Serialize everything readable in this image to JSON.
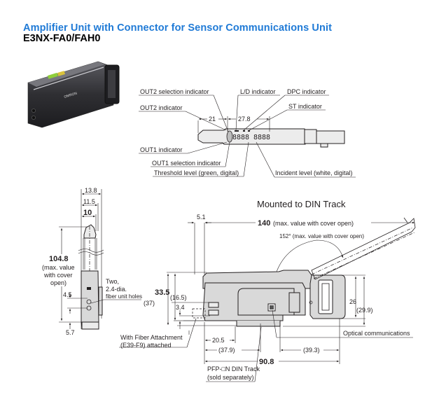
{
  "header": {
    "title": "Amplifier Unit with Connector for Sensor Communications Unit",
    "model": "E3NX-FA0/FAH0"
  },
  "colors": {
    "title": "#1f7ad6",
    "text": "#231f20",
    "product_body": "#3a3a3e"
  },
  "top_view": {
    "dims": {
      "d1": "21",
      "d2": "27.8"
    },
    "callouts": {
      "out2_selection": "OUT2 selection indicator",
      "ld": "L/D indicator",
      "dpc": "DPC indicator",
      "out2": "OUT2 indicator",
      "st": "ST indicator",
      "out1": "OUT1 indicator",
      "out1_selection": "OUT1 selection indicator",
      "threshold": "Threshold level (green, digital)",
      "incident": "Incident level (white, digital)"
    }
  },
  "front_view": {
    "dims": {
      "w1": "13.8",
      "w2": "11.5",
      "w3": "10",
      "height": "104.8",
      "height_note_1": "(max. value",
      "height_note_2": "with cover",
      "height_note_3": "open)",
      "h1": "4.5",
      "h2": "5.7"
    },
    "holes_note_1": "Two,",
    "holes_note_2": "2.4-dia.",
    "holes_note_3": "fiber unit holes"
  },
  "side_view": {
    "title": "Mounted to DIN Track",
    "dims": {
      "d_5_1": "5.1",
      "d_140": "140",
      "d_140_note": "(max. value with cover open)",
      "angle": "152° (max. value with cover open)",
      "d_33_5": "33.5",
      "d_37": "(37)",
      "d_16_5": "(16.5)",
      "d_3_4": "3.4",
      "d_26": "26",
      "d_29_9": "(29.9)",
      "d_20_5": "20.5",
      "d_37_9": "(37.9)",
      "d_39_3": "(39.3)",
      "d_90_8": "90.8"
    },
    "callouts": {
      "fiber_attachment_1": "With Fiber Attachment",
      "fiber_attachment_2": "(E39-F9) attached",
      "optical": "Optical communications",
      "din_1": "PFP-□N DIN Track",
      "din_2": "(sold separately)"
    }
  }
}
